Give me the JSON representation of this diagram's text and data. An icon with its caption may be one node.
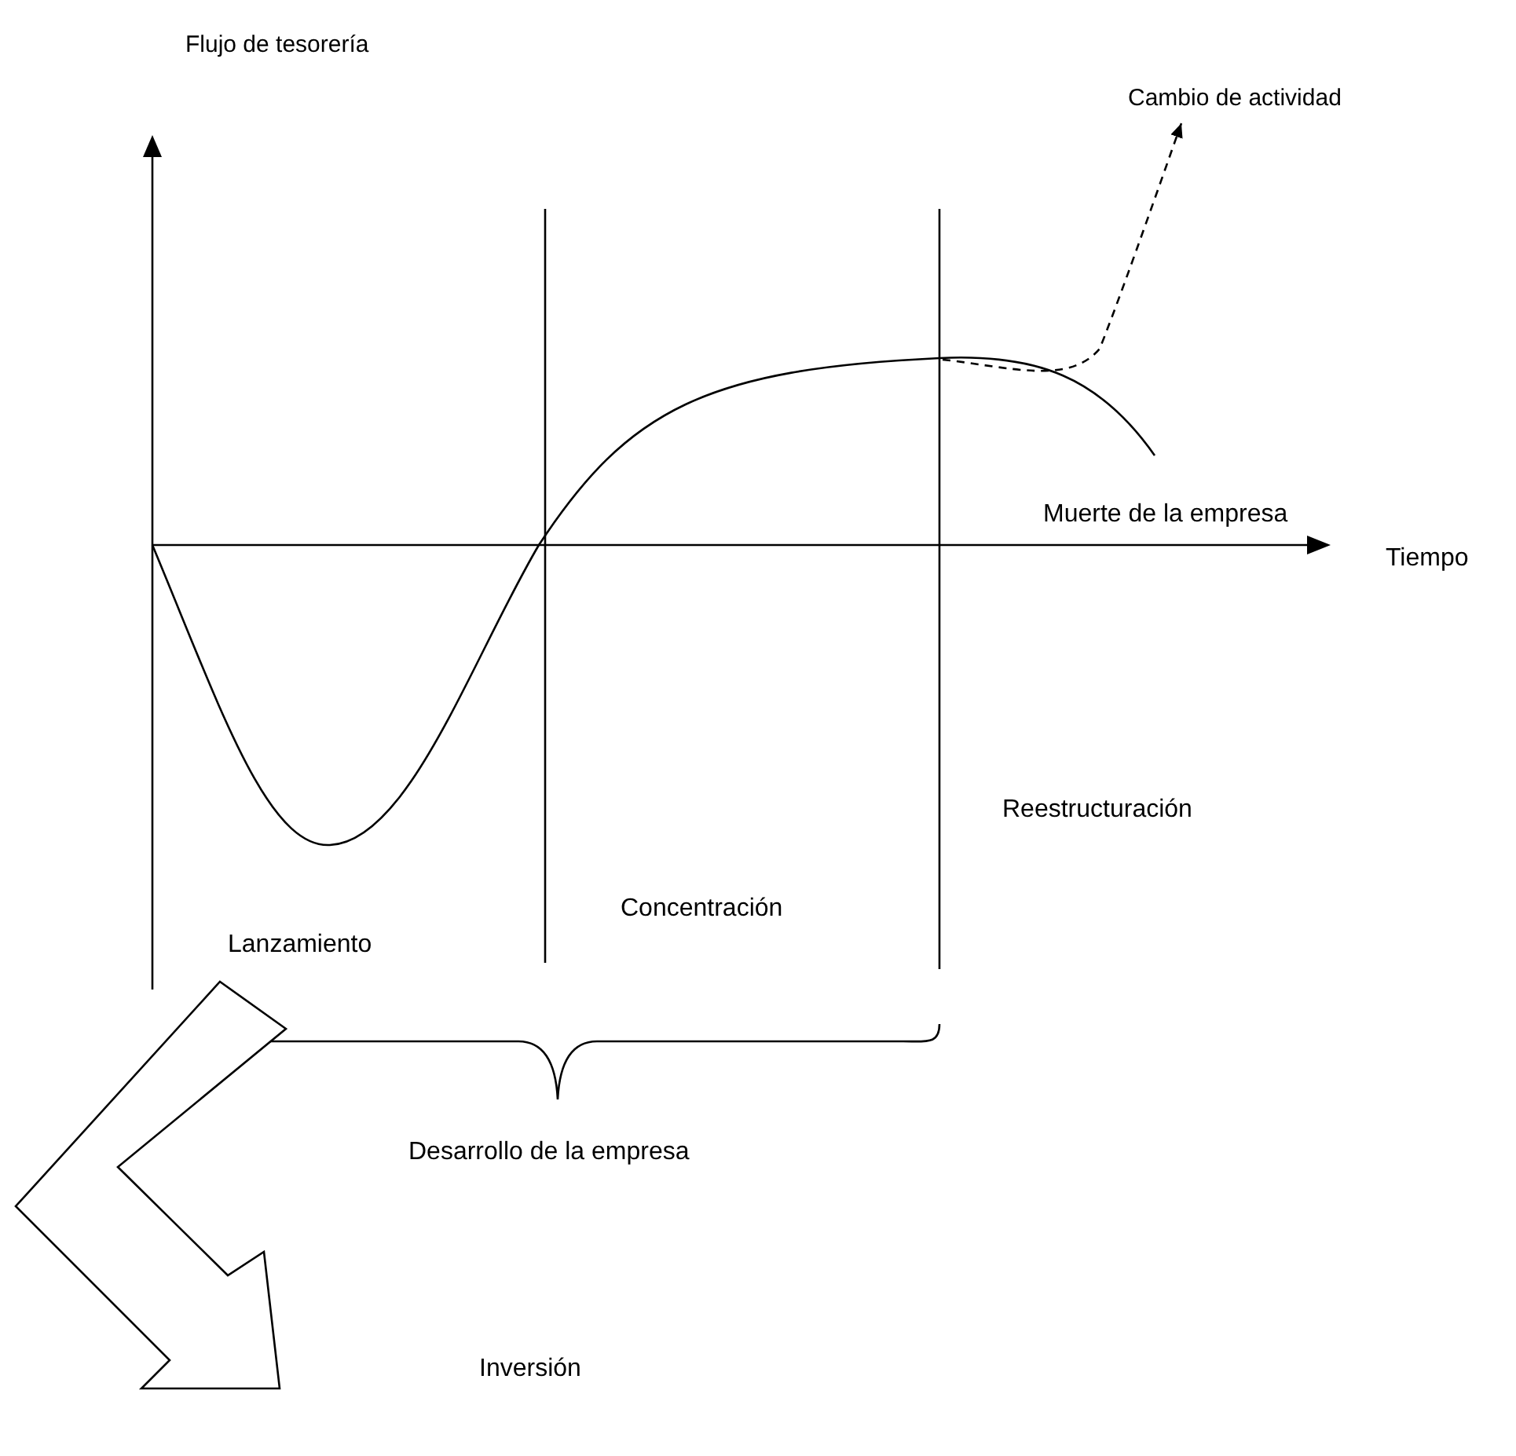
{
  "diagram": {
    "nodes": [
      {
        "text": [
          "Cambio de actividad"
        ]
      },
      {
        "text": [
          "Lanzamiento"
        ]
      },
      {
        "text": [
          "Inversión"
        ]
      }
    ],
    "edges": [
      {
        "from": null,
        "to": 0,
        "arrow": "to",
        "style": "dashed"
      },
      {
        "from": 1,
        "to": 2,
        "arrow": "to",
        "style": "thick"
      }
    ],
    "labels": [
      "Flujo de tesorería",
      "Muerte de la empresa",
      "Tiempo",
      "Reestructuración",
      "Concentración",
      "Desarrollo de la empresa"
    ]
  }
}
